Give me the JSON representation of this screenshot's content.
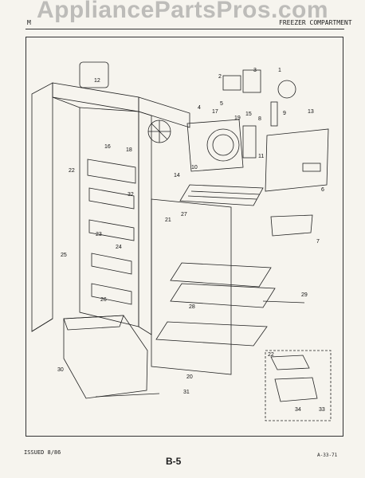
{
  "watermark": "AppliancePartsPros.com",
  "header": {
    "left": "M",
    "middle": "",
    "right": "FREEZER COMPARTMENT"
  },
  "footer": {
    "issued": "ISSUED 8/86",
    "page": "B-5",
    "code": "A-33-71"
  },
  "callouts": [
    "1",
    "2",
    "3",
    "4",
    "5",
    "6",
    "7",
    "8",
    "9",
    "10",
    "11",
    "12",
    "13",
    "14",
    "15",
    "16",
    "17",
    "18",
    "19",
    "20",
    "21",
    "22",
    "22",
    "23",
    "24",
    "25",
    "26",
    "27",
    "28",
    "29",
    "30",
    "31",
    "32",
    "33",
    "34"
  ]
}
